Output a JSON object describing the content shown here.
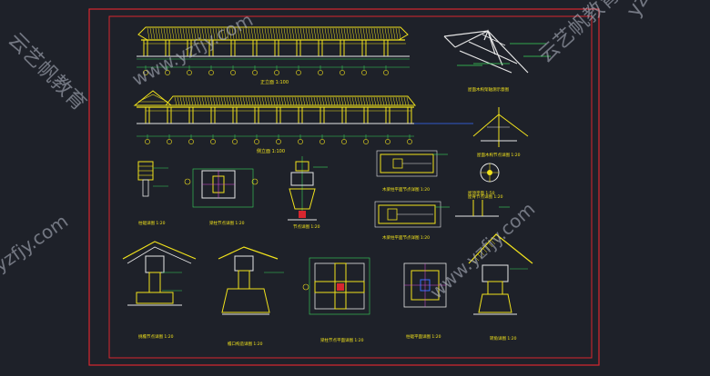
{
  "drawing": {
    "background": "#1e2129",
    "frame_color": "#d8262f",
    "line_yellow": "#f1e21c",
    "line_green": "#38d65a",
    "line_cyan": "#2fd4e6",
    "line_white": "#e6e6e6",
    "line_blue": "#3a6cff",
    "line_magenta": "#d94fd9",
    "titles": {
      "front_elevation": "正立面 1:100",
      "side_elevation": "侧立面 1:100",
      "roof_truss_axon": "屋面木构架轴测示意图",
      "truss_node": "屋面木构节点详图 1:20",
      "roof_plan": "屋顶平面 1:50",
      "beam_section": "梁柱节点详图 1:20",
      "column_detail": "柱础详图 1:20",
      "joint_a": "节点详图 1:20",
      "joint_b": "梁柱节点详图 1:20",
      "eave_detail": "挑檐节点详图 1:20",
      "bracket_detail": "檐口构造详图 1:20",
      "plan_joint": "梁柱节点平面详图 1:20",
      "base_plan": "柱础平面详图 1:20",
      "corner_detail": "转角详图 1:20",
      "beam_plan_a": "木梁柱平面节点详图 1:20",
      "beam_plan_b": "木梁柱平面节点详图 1:20",
      "ridge_detail": "屋脊节点详图 1:20"
    }
  },
  "watermarks": [
    "云艺帆教育",
    "www.yzfjy.com",
    "yzfjy.com",
    "云艺帆教育",
    "www.yzfjy.com",
    "yzfjy.com"
  ]
}
